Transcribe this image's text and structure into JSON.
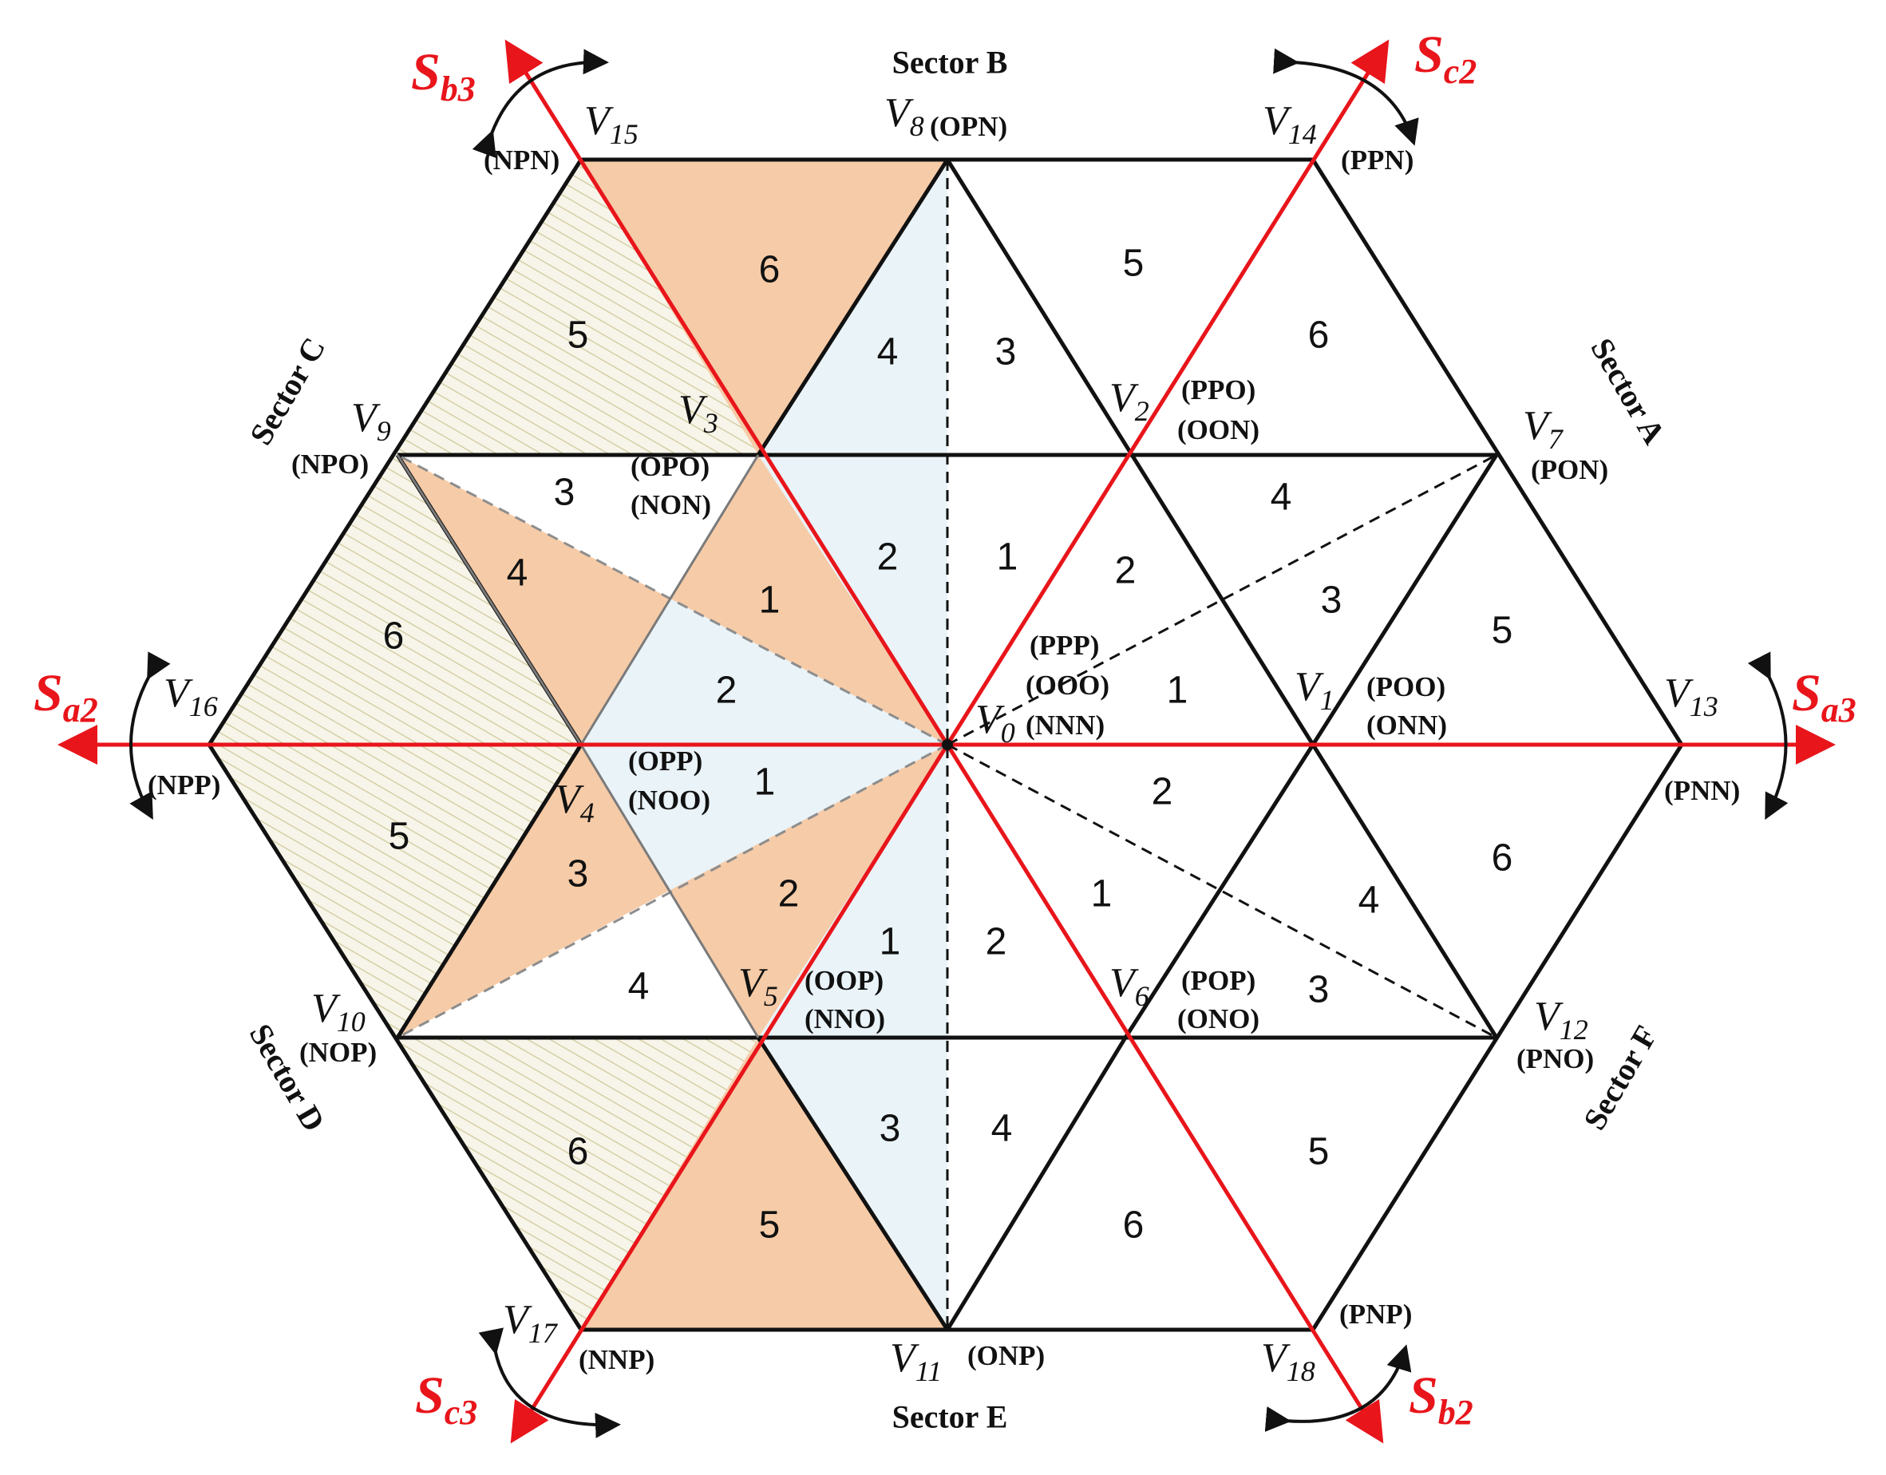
{
  "colors": {
    "red": "#e8151b",
    "black": "#111111",
    "orange_fill": "#f6cba7",
    "blue_fill": "#e9f3f8",
    "hatch_fill": "#f7f5ea",
    "hatch_line": "#d5cfa5",
    "dashed": "#888888"
  },
  "sectors": {
    "a": "Sector A",
    "b": "Sector B",
    "c": "Sector C",
    "d": "Sector D",
    "e": "Sector E",
    "f": "Sector F"
  },
  "vectors": {
    "v0": {
      "base": "V",
      "sub": "0",
      "codes": [
        "(PPP)",
        "(OOO)",
        "(NNN)"
      ]
    },
    "v1": {
      "base": "V",
      "sub": "1",
      "codes": [
        "(POO)",
        "(ONN)"
      ]
    },
    "v2": {
      "base": "V",
      "sub": "2",
      "codes": [
        "(PPO)",
        "(OON)"
      ]
    },
    "v3": {
      "base": "V",
      "sub": "3",
      "codes": [
        "(OPO)",
        "(NON)"
      ]
    },
    "v4": {
      "base": "V",
      "sub": "4",
      "codes": [
        "(OPP)",
        "(NOO)"
      ]
    },
    "v5": {
      "base": "V",
      "sub": "5",
      "codes": [
        "(OOP)",
        "(NNO)"
      ]
    },
    "v6": {
      "base": "V",
      "sub": "6",
      "codes": [
        "(POP)",
        "(ONO)"
      ]
    },
    "v7": {
      "base": "V",
      "sub": "7",
      "codes": [
        "(PON)"
      ]
    },
    "v8": {
      "base": "V",
      "sub": "8",
      "codes": [
        "(OPN)"
      ]
    },
    "v9": {
      "base": "V",
      "sub": "9",
      "codes": [
        "(NPO)"
      ]
    },
    "v10": {
      "base": "V",
      "sub": "10",
      "codes": [
        "(NOP)"
      ]
    },
    "v11": {
      "base": "V",
      "sub": "11",
      "codes": [
        "(ONP)"
      ]
    },
    "v12": {
      "base": "V",
      "sub": "12",
      "codes": [
        "(PNO)"
      ]
    },
    "v13": {
      "base": "V",
      "sub": "13",
      "codes": [
        "(PNN)"
      ]
    },
    "v14": {
      "base": "V",
      "sub": "14",
      "codes": [
        "(PPN)"
      ]
    },
    "v15": {
      "base": "V",
      "sub": "15",
      "codes": [
        "(NPN)"
      ]
    },
    "v16": {
      "base": "V",
      "sub": "16",
      "codes": [
        "(NPP)"
      ]
    },
    "v17": {
      "base": "V",
      "sub": "17",
      "codes": [
        "(NNP)"
      ]
    },
    "v18": {
      "base": "V",
      "sub": "18",
      "codes": [
        "(PNP)"
      ]
    }
  },
  "switch_axes": {
    "sa2": {
      "base": "S",
      "sub": "a2"
    },
    "sa3": {
      "base": "S",
      "sub": "a3"
    },
    "sb2": {
      "base": "S",
      "sub": "b2"
    },
    "sb3": {
      "base": "S",
      "sub": "b3"
    },
    "sc2": {
      "base": "S",
      "sub": "c2"
    },
    "sc3": {
      "base": "S",
      "sub": "c3"
    }
  },
  "regions": {
    "a": [
      "1",
      "2",
      "3",
      "4",
      "5",
      "6"
    ],
    "b": [
      "1",
      "2",
      "3",
      "4",
      "5",
      "6"
    ],
    "c": [
      "1",
      "2",
      "3",
      "4",
      "5",
      "6"
    ],
    "d": [
      "1",
      "2",
      "3",
      "4",
      "5",
      "6"
    ],
    "e": [
      "1",
      "2",
      "3",
      "4",
      "5",
      "6"
    ],
    "f": [
      "1",
      "2",
      "3",
      "4",
      "5",
      "6"
    ]
  }
}
